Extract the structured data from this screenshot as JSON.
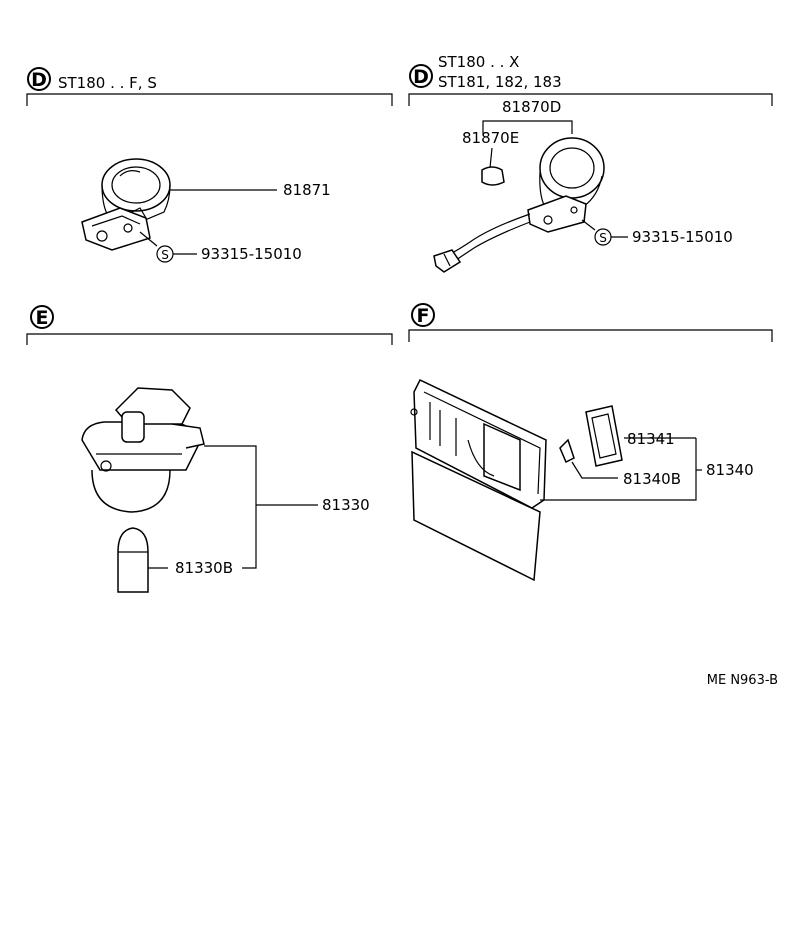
{
  "sections": [
    {
      "letter": "D",
      "caption_lines": [
        "ST180 . . F, S"
      ]
    },
    {
      "letter": "D",
      "caption_lines": [
        "ST180 . . X",
        "ST181, 182, 183"
      ]
    },
    {
      "letter": "E",
      "caption_lines": []
    },
    {
      "letter": "F",
      "caption_lines": []
    }
  ],
  "parts": {
    "p81871": "81871",
    "screw_left": "93315-15010",
    "p81870D": "81870D",
    "p81870E": "81870E",
    "screw_right": "93315-15010",
    "p81330": "81330",
    "p81330B": "81330B",
    "p81341": "81341",
    "p81340B": "81340B",
    "p81340": "81340"
  },
  "screw_symbol": "S",
  "diagram_code": "ME N963-B"
}
